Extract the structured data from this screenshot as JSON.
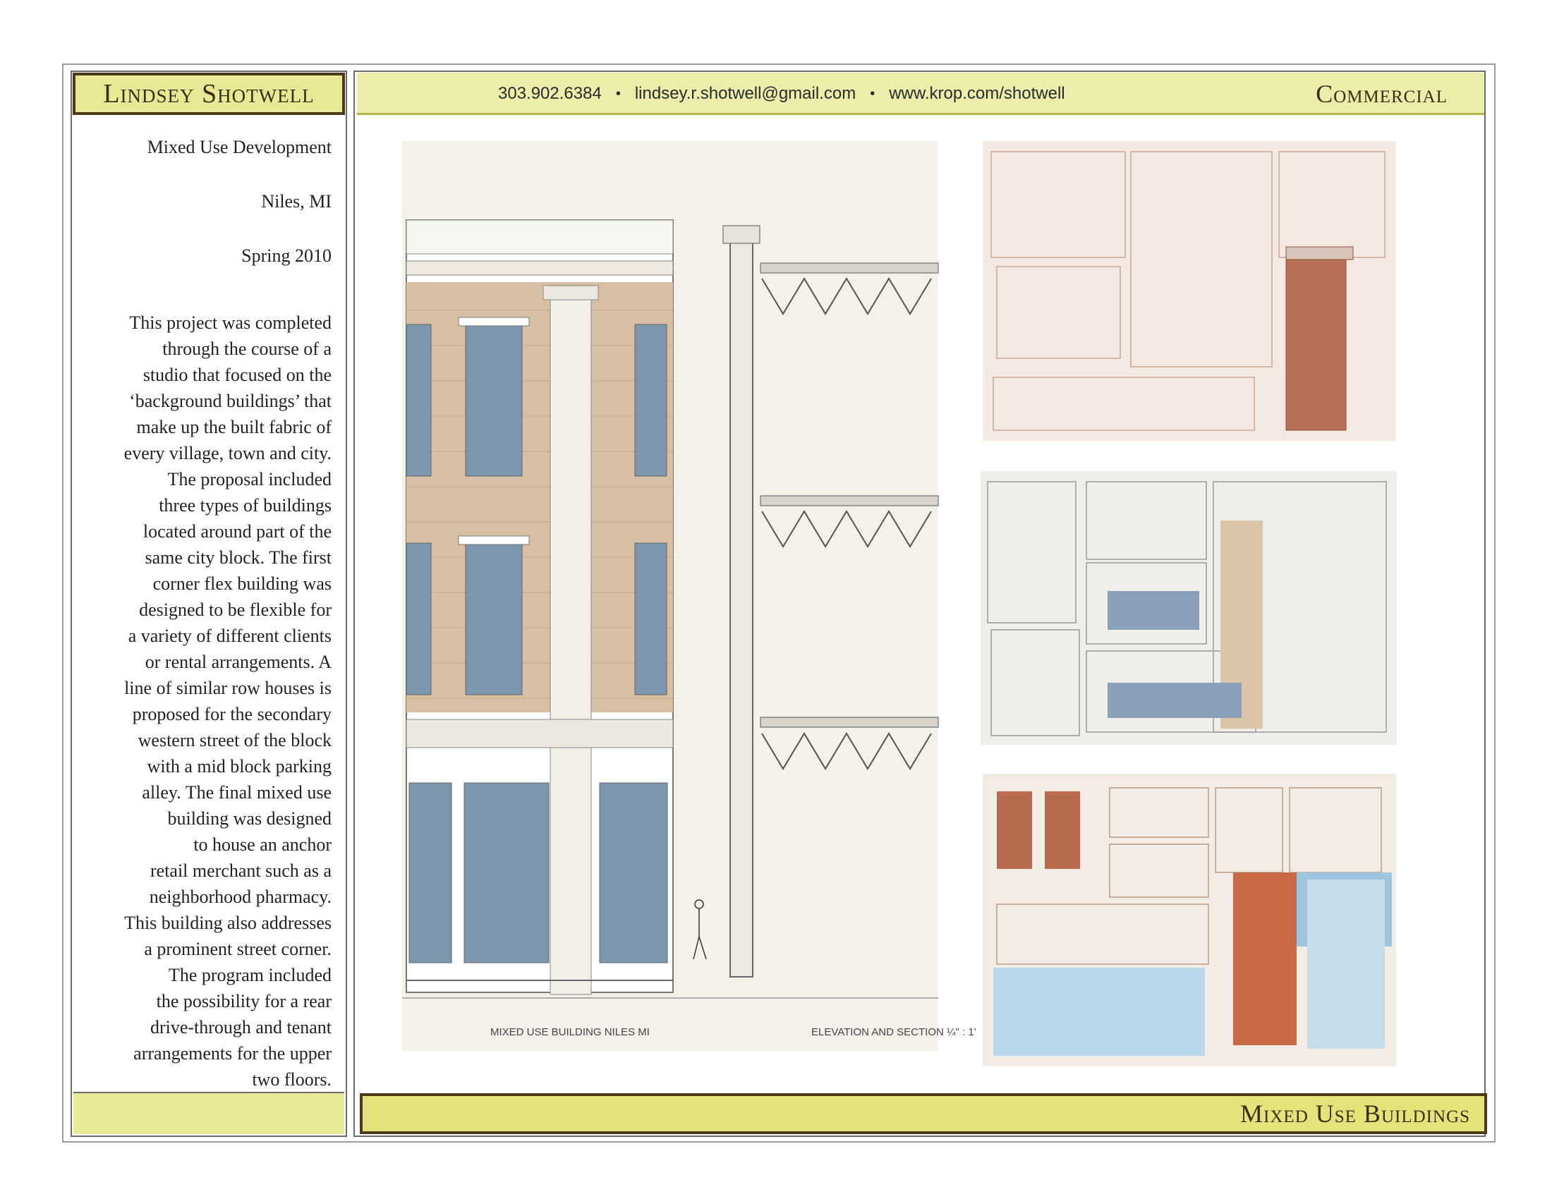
{
  "header": {
    "name": "Lindsey Shotwell",
    "phone": "303.902.6384",
    "email": "lindsey.r.shotwell@gmail.com",
    "website": "www.krop.com/shotwell",
    "separator": "•",
    "category": "Commercial"
  },
  "project": {
    "title": "Mixed Use Development",
    "location": "Niles, MI",
    "date": "Spring 2010",
    "description_lines": [
      "This project was completed",
      "through  the course of a",
      "studio that focused on the",
      "‘background buildings’ that",
      "make up the built fabric of",
      "every village, town and city.",
      "The proposal included",
      "three types of buildings",
      "located around part of the",
      "same city block.  The first",
      "corner flex building was",
      "designed to be flexible for",
      "a variety of different clients",
      "or rental arrangements. A",
      "line of similar row houses is",
      "proposed for the secondary",
      "western street of the block",
      "with a mid block parking",
      "alley.  The final mixed use",
      "building was designed",
      "to house an anchor",
      "retail merchant such as a",
      "neighborhood pharmacy.",
      "This building also addresses",
      "a prominent street corner.",
      "The program included",
      "the possibility for a rear",
      "drive-through and tenant",
      "arrangements for the upper",
      "two floors."
    ]
  },
  "drawing": {
    "caption_left": "MIXED USE BUILDING NILES MI",
    "caption_right": "ELEVATION AND SECTION ¼\" : 1'"
  },
  "footer": {
    "section_title": "Mixed Use Buildings"
  },
  "colors": {
    "accent_yellow": "#e8e994",
    "accent_border": "#4a3a18",
    "brick_tan": "#d6bfa3",
    "glass_blue": "#7c97ad"
  }
}
